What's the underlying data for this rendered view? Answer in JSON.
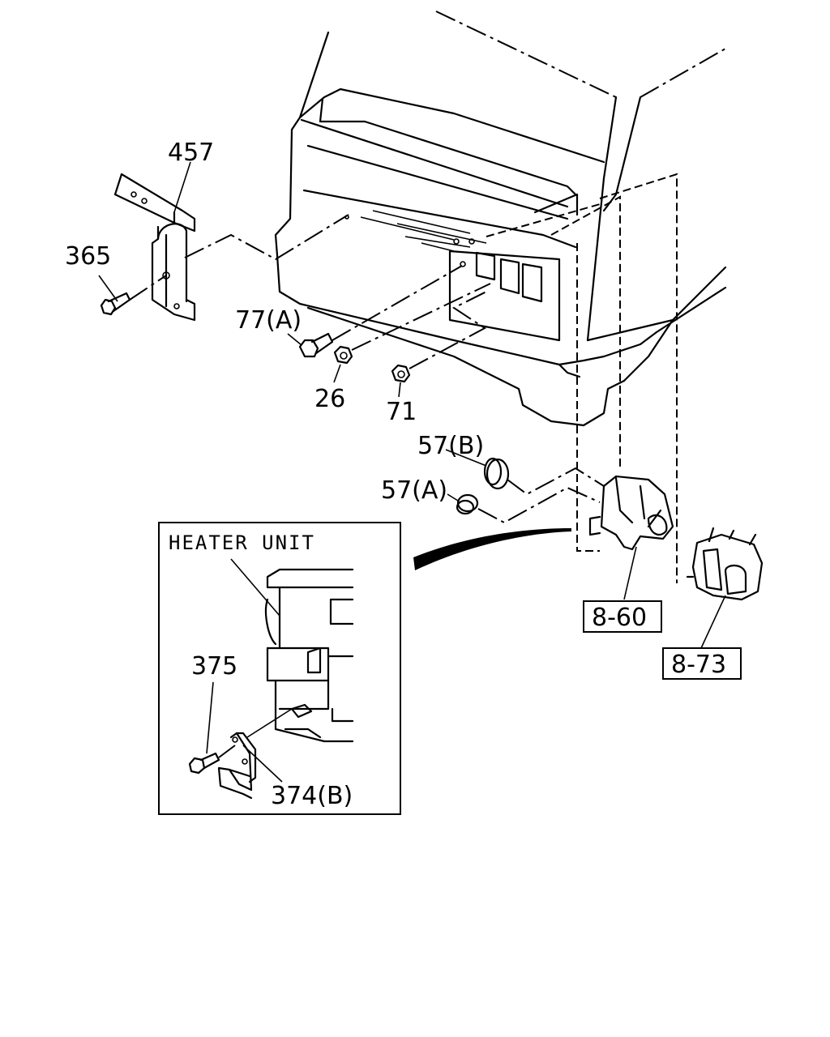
{
  "callouts": {
    "p457": "457",
    "p365": "365",
    "p77a": "77(A)",
    "p26": "26",
    "p71": "71",
    "p57b": "57(B)",
    "p57a": "57(A)",
    "p860": "8-60",
    "p873": "8-73",
    "p375": "375",
    "p374b": "374(B)"
  },
  "inset": {
    "title": "HEATER UNIT"
  }
}
